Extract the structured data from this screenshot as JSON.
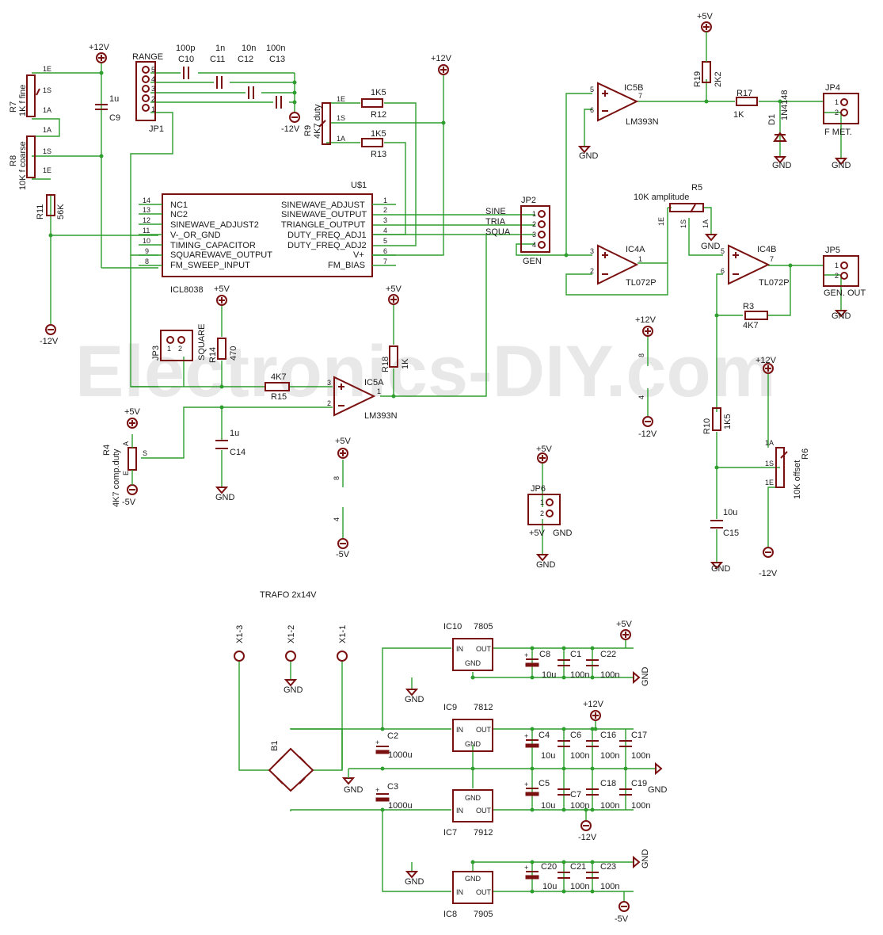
{
  "watermark": "Electronics-DIY.com",
  "colors": {
    "wire": "#2e9e2e",
    "component": "#7a1010",
    "junction": "#2e9e2e",
    "text": "#1a1a1a"
  },
  "labels": {
    "vp12_a": "+12V",
    "vp12_b": "+12V",
    "vp12_c": "+12V",
    "vp12_d": "+12V",
    "vp12_e": "+12V",
    "vn12_a": "-12V",
    "vn12_b": "-12V",
    "vn12_c": "-12V",
    "vn12_d": "-12V",
    "vn12_e": "-12V",
    "vp5_a": "+5V",
    "vp5_b": "+5V",
    "vp5_c": "+5V",
    "vp5_d": "+5V",
    "vp5_e": "+5V",
    "vp5_f": "+5V",
    "vp5_g": "+5V",
    "vn5_a": "-5V",
    "vn5_b": "-5V",
    "vn5_c": "-5V",
    "gnd_a": "GND",
    "gnd_b": "GND",
    "gnd_c": "GND",
    "gnd_d": "GND",
    "gnd_e": "GND",
    "gnd_f": "GND",
    "gnd_g": "GND",
    "gnd_h": "GND",
    "gnd_i": "GND",
    "gnd_j": "GND",
    "gnd_k": "GND",
    "gnd_l": "GND",
    "gnd_m": "GND",
    "gnd_n": "GND",
    "gnd_o": "GND",
    "gnd_p": "GND",
    "gnd_q": "GND",
    "gnd_r": "GND",
    "r7": "R7",
    "r7v": "1K f fine",
    "r8": "R8",
    "r8v": "10K f coarse",
    "r11": "R11",
    "r11v": "56K",
    "pin_1e": "1E",
    "pin_1s": "1S",
    "pin_1a": "1A",
    "c9": "C9",
    "c9v": "1u",
    "range": "RANGE",
    "jp1": "JP1",
    "c10v": "100p",
    "c10": "C10",
    "c11v": "1n",
    "c11": "C11",
    "c12v": "10n",
    "c12": "C12",
    "c13v": "100n",
    "c13": "C13",
    "r9": "R9",
    "r9v": "4K7 duty",
    "r12": "R12",
    "r12v": "1K5",
    "r13": "R13",
    "r13v": "1K5",
    "u1": "U$1",
    "icl": "ICL8038",
    "u_nc1": "NC1",
    "u_nc2": "NC2",
    "u_sa2": "SINEWAVE_ADJUST2",
    "u_vgnd": "V-_OR_GND",
    "u_tc": "TIMING_CAPACITOR",
    "u_so": "SQUAREWAVE_OUTPUT",
    "u_fm": "FM_SWEEP_INPUT",
    "u_sa": "SINEWAVE_ADJUST",
    "u_sin": "SINEWAVE_OUTPUT",
    "u_tri": "TRIANGLE_OUTPUT",
    "u_d1": "DUTY_FREQ_ADJ1",
    "u_d2": "DUTY_FREQ_ADJ2",
    "u_vp": "V+",
    "u_fmb": "FM_BIAS",
    "p1": "1",
    "p2": "2",
    "p3": "3",
    "p4": "4",
    "p5": "5",
    "p6": "6",
    "p7": "7",
    "p8": "8",
    "p9": "9",
    "p10": "10",
    "p11": "11",
    "p12": "12",
    "p13": "13",
    "p14": "14",
    "jp2": "JP2",
    "gen": "GEN",
    "sine": "SINE",
    "tria": "TRIA",
    "squa": "SQUA",
    "ic5b": "IC5B",
    "lm393": "LM393N",
    "lm393b": "LM393N",
    "r19": "R19",
    "r19v": "2K2",
    "r17": "R17",
    "r17v": "1K",
    "d1": "D1",
    "d1v": "1N4148",
    "jp4": "JP4",
    "fmet": "F MET.",
    "r5": "R5",
    "r5v": "10K amplitude",
    "ic4a": "IC4A",
    "tl072": "TL072P",
    "ic4b": "IC4B",
    "tl072b": "TL072P",
    "jp5": "JP5",
    "genout": "GEN. OUT",
    "r3": "R3",
    "r3v": "4K7",
    "jp3": "JP3",
    "square": "SQUARE",
    "r14": "R14",
    "r14v": "470",
    "r18": "R18",
    "r18v": "1K",
    "r15": "R15",
    "r15v": "4K7",
    "ic5a": "IC5A",
    "r4": "R4",
    "r4v": "4K7 comp.duty",
    "pin_s": "S",
    "pin_a": "A",
    "pin_e": "E",
    "c14": "C14",
    "c14v": "1u",
    "r10": "R10",
    "r10v": "1K5",
    "r6": "R6",
    "r6v": "10K offset",
    "c15": "C15",
    "c15v": "10u",
    "jp6": "JP6",
    "jp6p": "+5V",
    "jp6g": "GND",
    "trafo": "TRAFO 2x14V",
    "x13": "X1-3",
    "x12": "X1-2",
    "x11": "X1-1",
    "b1": "B1",
    "ic10": "IC10",
    "r7805": "7805",
    "ic9": "IC9",
    "r7812": "7812",
    "ic7": "IC7",
    "r7912": "7912",
    "ic8": "IC8",
    "r7905": "7905",
    "in": "IN",
    "out": "OUT",
    "gndp": "GND",
    "c2": "C2",
    "c2v": "1000u",
    "c3": "C3",
    "c3v": "1000u",
    "c8": "C8",
    "c8v": "10u",
    "c1": "C1",
    "c1v": "100n",
    "c22": "C22",
    "c22v": "100n",
    "c4": "C4",
    "c4v": "10u",
    "c6": "C6",
    "c6v": "100n",
    "c16": "C16",
    "c16v": "100n",
    "c17": "C17",
    "c17v": "100n",
    "c5": "C5",
    "c5v": "10u",
    "c7": "C7",
    "c7v": "100n",
    "c18": "C18",
    "c18v": "100n",
    "c19": "C19",
    "c19v": "100n",
    "c20": "C20",
    "c20v": "10u",
    "c21": "C21",
    "c21v": "100n",
    "c23": "C23",
    "c23v": "100n",
    "plus": "+",
    "minus": "-"
  }
}
